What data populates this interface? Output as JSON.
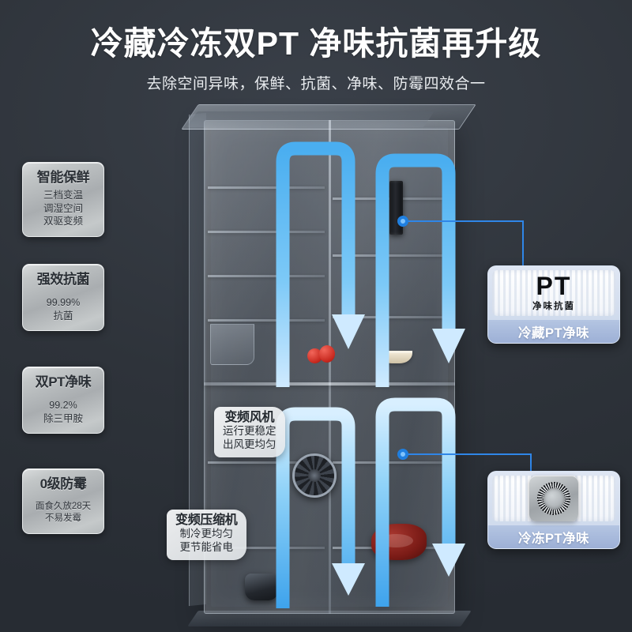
{
  "header": {
    "title": "冷藏冷冻双PT 净味抗菌再升级",
    "subtitle": "去除空间异味，保鲜、抗菌、净味、防霉四效合一"
  },
  "theme": {
    "background": "#2e333a",
    "accent_blue": "#1f7fe0",
    "arrow_blue": "#5bb8f5",
    "badge_bar": "#a8bde0",
    "title_color": "#ffffff"
  },
  "features": [
    {
      "title": "智能保鲜",
      "lines": [
        "三档变温",
        "调湿空间",
        "双驱变频"
      ]
    },
    {
      "title": "强效抗菌",
      "lines": [
        "99.99%",
        "抗菌"
      ]
    },
    {
      "title": "双PT净味",
      "lines": [
        "99.2%",
        "除三甲胺"
      ]
    },
    {
      "title": "0级防霉",
      "lines": [
        "面食久放28天",
        "不易发霉"
      ]
    }
  ],
  "callouts": [
    {
      "title": "变频风机",
      "lines": [
        "运行更稳定",
        "出风更均匀"
      ]
    },
    {
      "title": "变频压缩机",
      "lines": [
        "制冷更均匀",
        "更节能省电"
      ]
    }
  ],
  "badges": [
    {
      "logo": "PT",
      "logo_sub": "净味抗菌",
      "label": "冷藏PT净味",
      "icon": "pt-logo"
    },
    {
      "logo": "",
      "logo_sub": "",
      "label": "冷冻PT净味",
      "icon": "pt-filter-module-icon"
    }
  ]
}
